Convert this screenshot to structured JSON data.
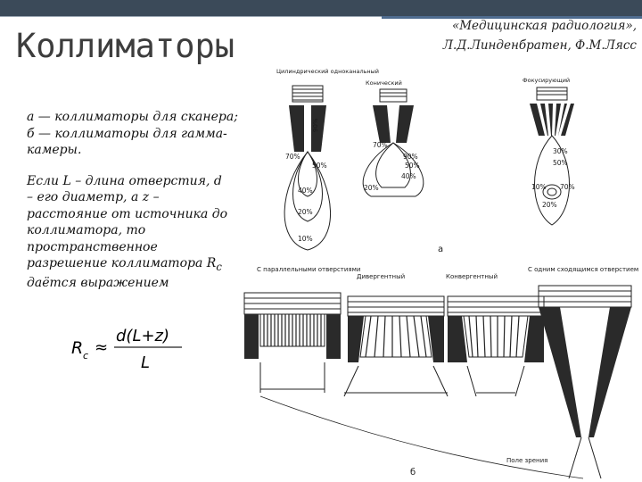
{
  "slide": {
    "title": "Коллиматоры",
    "citation_line1": "«Медицинская радиология»,",
    "citation_line2": "Л.Д.Линденбратен, Ф.М.Лясс",
    "description": [
      "а — коллиматоры для сканера;",
      "б — коллиматоры для гамма-",
      "камеры."
    ],
    "explanation": [
      "Если L – длина отверстия, d",
      "– его диаметр, а z –",
      "расстояние от источника до",
      "коллиматора, то",
      "пространственное",
      "разрешение коллиматора R",
      "даётся выражением"
    ],
    "explanation_subscript": "c"
  },
  "formula": {
    "lhs": "R",
    "lhs_sub": "c",
    "op": "≈",
    "numerator": "d(L+z)",
    "denominator": "L"
  },
  "figure_a": {
    "panel_label": "а",
    "types": [
      "Цилиндрический одноканальный",
      "Конический",
      "Фокусирующий"
    ],
    "isodose_labels": {
      "cylindrical": [
        "90%",
        "70%",
        "50%",
        "40%",
        "20%",
        "10%"
      ],
      "conical": [
        "70%",
        "90%",
        "50%",
        "40%",
        "20%"
      ],
      "focusing": [
        "30%",
        "50%",
        "10%",
        "70%",
        "20%"
      ]
    }
  },
  "figure_b": {
    "panel_label": "б",
    "types": [
      "С параллельными отверстиями",
      "Дивергентный",
      "Конвергентный",
      "С одним сходящимся отверстием"
    ],
    "field_label": "Поле зрения"
  },
  "colors": {
    "header_bar": "#3b4a59",
    "accent": "#4f6c8f",
    "ink": "#1a1a1a"
  }
}
